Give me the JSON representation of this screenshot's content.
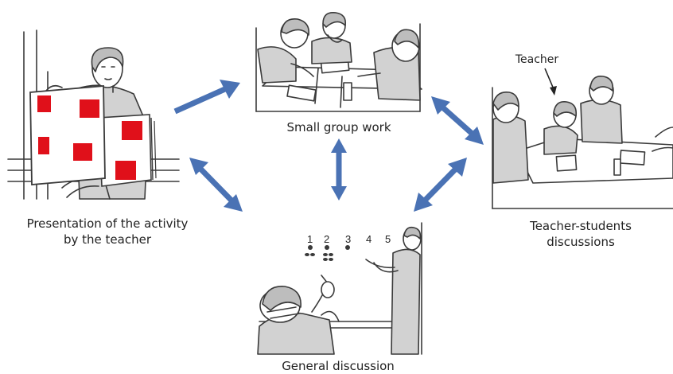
{
  "captions": {
    "presentation_line1": "Presentation of the activity",
    "presentation_line2": "by the teacher",
    "small_group": "Small group work",
    "teacher_students_line1": "Teacher-students",
    "teacher_students_line2": "discussions",
    "general": "General discussion"
  },
  "annotation": {
    "teacher_label": "Teacher"
  },
  "board": {
    "numbers": [
      "1",
      "2",
      "3",
      "4",
      "5"
    ]
  },
  "colors": {
    "arrow": "#4a72b4",
    "card_red": "#e0101a",
    "sketch_line": "#3a3a3a",
    "sketch_fill": "#d0d0d0"
  }
}
